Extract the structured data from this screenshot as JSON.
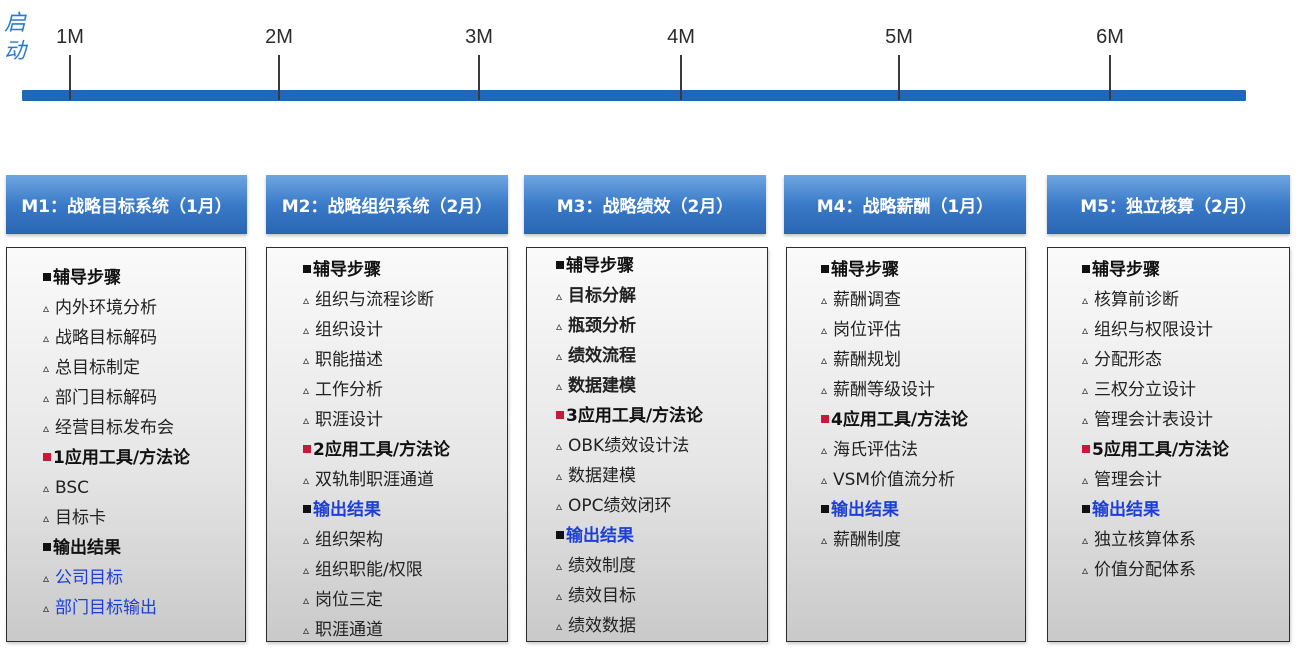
{
  "start_label": "启动",
  "timeline": {
    "ticks": [
      {
        "label": "1M"
      },
      {
        "label": "2M"
      },
      {
        "label": "3M"
      },
      {
        "label": "4M"
      },
      {
        "label": "5M"
      },
      {
        "label": "6M"
      }
    ]
  },
  "modules": [
    {
      "title": "M1：战略目标系统（1月）",
      "items": [
        {
          "text": "辅导步骤",
          "kind": "section"
        },
        {
          "text": "内外环境分析",
          "kind": "item"
        },
        {
          "text": "战略目标解码",
          "kind": "item"
        },
        {
          "text": "总目标制定",
          "kind": "item"
        },
        {
          "text": "部门目标解码",
          "kind": "item"
        },
        {
          "text": "经营目标发布会",
          "kind": "item"
        },
        {
          "text": "1应用工具/方法论",
          "kind": "section-red"
        },
        {
          "text": "BSC",
          "kind": "item"
        },
        {
          "text": "目标卡",
          "kind": "item"
        },
        {
          "text": "输出结果",
          "kind": "section"
        },
        {
          "text": "公司目标",
          "kind": "item-blue"
        },
        {
          "text": "部门目标输出",
          "kind": "item-blue"
        }
      ]
    },
    {
      "title": "M2：战略组织系统（2月）",
      "items": [
        {
          "text": "辅导步骤",
          "kind": "section"
        },
        {
          "text": "组织与流程诊断",
          "kind": "item"
        },
        {
          "text": "组织设计",
          "kind": "item"
        },
        {
          "text": "职能描述",
          "kind": "item"
        },
        {
          "text": "工作分析",
          "kind": "item"
        },
        {
          "text": "职涯设计",
          "kind": "item"
        },
        {
          "text": "2应用工具/方法论",
          "kind": "section-red"
        },
        {
          "text": "双轨制职涯通道",
          "kind": "item"
        },
        {
          "text": "输出结果",
          "kind": "section-blue"
        },
        {
          "text": "组织架构",
          "kind": "item"
        },
        {
          "text": "组织职能/权限",
          "kind": "item"
        },
        {
          "text": "岗位三定",
          "kind": "item"
        },
        {
          "text": "职涯通道",
          "kind": "item"
        }
      ]
    },
    {
      "title": "M3：战略绩效（2月）",
      "items": [
        {
          "text": "辅导步骤",
          "kind": "section"
        },
        {
          "text": "目标分解",
          "kind": "item-bold"
        },
        {
          "text": "瓶颈分析",
          "kind": "item-bold"
        },
        {
          "text": "绩效流程",
          "kind": "item-bold"
        },
        {
          "text": "数据建模",
          "kind": "item-bold"
        },
        {
          "text": "3应用工具/方法论",
          "kind": "section-red"
        },
        {
          "text": "OBK绩效设计法",
          "kind": "item"
        },
        {
          "text": "数据建模",
          "kind": "item"
        },
        {
          "text": "OPC绩效闭环",
          "kind": "item"
        },
        {
          "text": "输出结果",
          "kind": "section-blue"
        },
        {
          "text": "绩效制度",
          "kind": "item"
        },
        {
          "text": "绩效目标",
          "kind": "item"
        },
        {
          "text": "绩效数据",
          "kind": "item"
        }
      ]
    },
    {
      "title": "M4：战略薪酬（1月）",
      "items": [
        {
          "text": "辅导步骤",
          "kind": "section"
        },
        {
          "text": "薪酬调查",
          "kind": "item"
        },
        {
          "text": "岗位评估",
          "kind": "item"
        },
        {
          "text": "薪酬规划",
          "kind": "item"
        },
        {
          "text": "薪酬等级设计",
          "kind": "item"
        },
        {
          "text": "4应用工具/方法论",
          "kind": "section-red"
        },
        {
          "text": "海氏评估法",
          "kind": "item"
        },
        {
          "text": "VSM价值流分析",
          "kind": "item"
        },
        {
          "text": "输出结果",
          "kind": "section-blue"
        },
        {
          "text": "薪酬制度",
          "kind": "item"
        }
      ]
    },
    {
      "title": "M5：独立核算（2月）",
      "items": [
        {
          "text": "辅导步骤",
          "kind": "section"
        },
        {
          "text": "核算前诊断",
          "kind": "item"
        },
        {
          "text": "组织与权限设计",
          "kind": "item"
        },
        {
          "text": "分配形态",
          "kind": "item"
        },
        {
          "text": "三权分立设计",
          "kind": "item"
        },
        {
          "text": "管理会计表设计",
          "kind": "item"
        },
        {
          "text": "5应用工具/方法论",
          "kind": "section-red"
        },
        {
          "text": "管理会计",
          "kind": "item"
        },
        {
          "text": "输出结果",
          "kind": "section-blue"
        },
        {
          "text": "独立核算体系",
          "kind": "item"
        },
        {
          "text": "价值分配体系",
          "kind": "item"
        }
      ]
    }
  ]
}
